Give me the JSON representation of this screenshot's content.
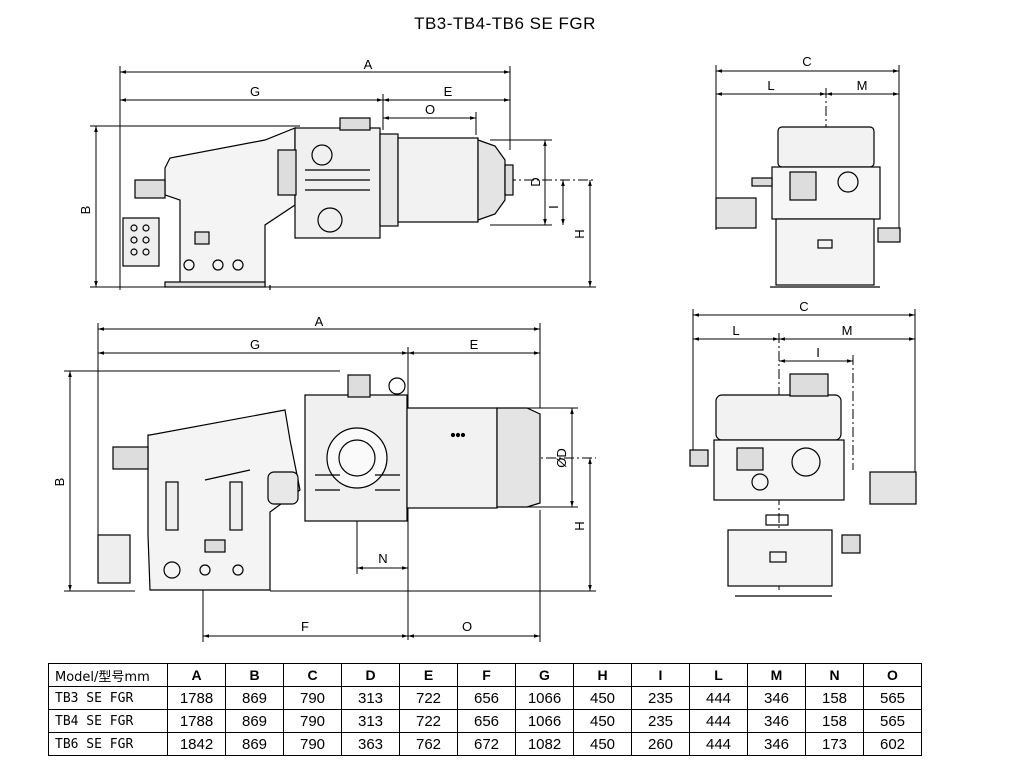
{
  "title": "TB3-TB4-TB6 SE FGR",
  "views": {
    "top_side": {
      "A": "A",
      "G": "G",
      "E": "E",
      "O": "O",
      "B": "B",
      "D": "D",
      "I": "I",
      "H": "H"
    },
    "top_front": {
      "C": "C",
      "L": "L",
      "M": "M"
    },
    "bottom_side": {
      "A": "A",
      "G": "G",
      "E": "E",
      "B": "B",
      "D": "ØD",
      "H": "H",
      "N": "N",
      "F": "F",
      "O": "O"
    },
    "bottom_front": {
      "C": "C",
      "L": "L",
      "M": "M",
      "I": "I"
    }
  },
  "table": {
    "header_model": "Model/型号mm",
    "columns": [
      "A",
      "B",
      "C",
      "D",
      "E",
      "F",
      "G",
      "H",
      "I",
      "L",
      "M",
      "N",
      "O"
    ],
    "rows": [
      {
        "model": "TB3 SE FGR",
        "values": [
          "1788",
          "869",
          "790",
          "313",
          "722",
          "656",
          "1066",
          "450",
          "235",
          "444",
          "346",
          "158",
          "565"
        ]
      },
      {
        "model": "TB4 SE FGR",
        "values": [
          "1788",
          "869",
          "790",
          "313",
          "722",
          "656",
          "1066",
          "450",
          "235",
          "444",
          "346",
          "158",
          "565"
        ]
      },
      {
        "model": "TB6 SE FGR",
        "values": [
          "1842",
          "869",
          "790",
          "363",
          "762",
          "672",
          "1082",
          "450",
          "260",
          "444",
          "346",
          "173",
          "602"
        ]
      }
    ]
  }
}
